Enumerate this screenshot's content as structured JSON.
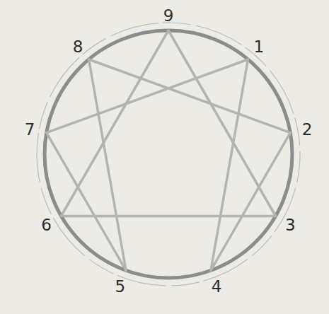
{
  "diagram": {
    "labels": [
      "9",
      "1",
      "2",
      "3",
      "4",
      "5",
      "6",
      "7",
      "8"
    ]
  }
}
